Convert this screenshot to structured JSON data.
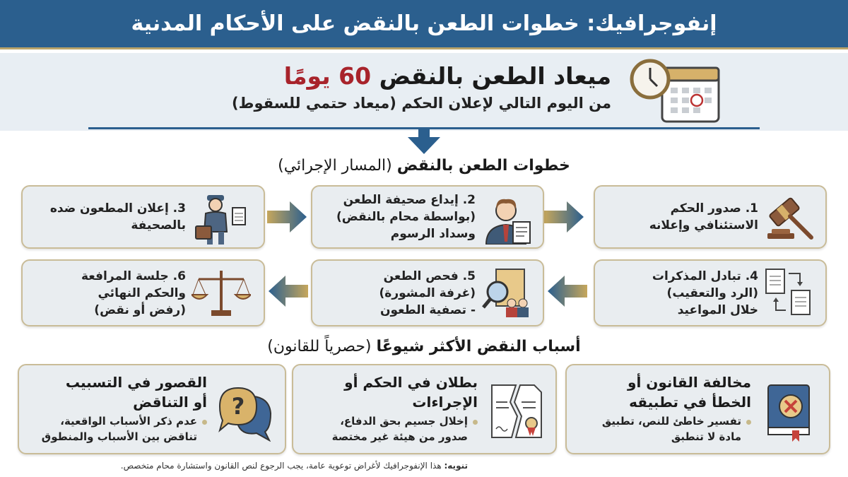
{
  "header": {
    "title": "إنفوجرافيك: خطوات الطعن بالنقض على الأحكام المدنية"
  },
  "deadline": {
    "title_prefix": "ميعاد الطعن بالنقض",
    "title_highlight": "60 يومًا",
    "subtitle": "من اليوم التالي لإعلان الحكم (ميعاد حتمي للسقوط)",
    "icon": "calendar-clock-icon",
    "highlight_color": "#a8232b"
  },
  "steps_section": {
    "title_bold": "خطوات الطعن بالنقض",
    "title_light": "(المسار الإجرائي)",
    "steps": [
      {
        "number": "1.",
        "lines": [
          "1. صدور الحكم",
          "الاستئنافي وإعلانه"
        ],
        "icon": "gavel-icon"
      },
      {
        "number": "2.",
        "lines": [
          "2. إيداع صحيفة الطعن",
          "(بواسطة محام بالنقض)",
          "وسداد الرسوم"
        ],
        "icon": "lawyer-document-icon"
      },
      {
        "number": "3.",
        "lines": [
          "3. إعلان المطعون ضده",
          "بالصحيفة"
        ],
        "icon": "bailiff-briefcase-icon"
      },
      {
        "number": "4.",
        "lines": [
          "4. تبادل المذكرات",
          "(الرد والتعقيب)",
          "خلال المواعيد"
        ],
        "icon": "document-exchange-icon"
      },
      {
        "number": "5.",
        "lines": [
          "5. فحص الطعن",
          "(غرفة المشورة)",
          "- تصفية الطعون"
        ],
        "icon": "magnifier-review-icon"
      },
      {
        "number": "6.",
        "lines": [
          "6. جلسة المرافعة",
          "والحكم النهائي",
          "(رفض أو نقض)"
        ],
        "icon": "scales-of-justice-icon"
      }
    ]
  },
  "reasons_section": {
    "title_bold": "أسباب النقض الأكثر شيوعًا",
    "title_light": "(حصرياً للقانون)",
    "reasons": [
      {
        "title_lines": [
          "مخالفة القانون أو",
          "الخطأ في تطبيقه"
        ],
        "body_lines": [
          "تفسير خاطئ للنص، تطبيق",
          "مادة لا تنطبق"
        ],
        "icon": "book-error-icon"
      },
      {
        "title_lines": [
          "بطلان في الحكم أو",
          "الإجراءات"
        ],
        "body_lines": [
          "إخلال جسيم بحق الدفاع،",
          "صدور من هيئة غير مختصة"
        ],
        "icon": "torn-certificate-icon"
      },
      {
        "title_lines": [
          "القصور في التسبيب",
          "أو التناقض"
        ],
        "body_lines": [
          "عدم ذكر الأسباب الواقعية،",
          "تناقض بين الأسباب والمنطوق"
        ],
        "icon": "question-speech-bubble-icon"
      }
    ]
  },
  "footer": {
    "label": "تنويه:",
    "text": "هذا الإنفوجرافيك لأغراض توعوية عامة، يجب الرجوع لنص القانون واستشارة محام متخصص."
  },
  "colors": {
    "primary_blue": "#2b5f8e",
    "gold": "#c9bc98",
    "card_bg": "#e9edf0",
    "accent_red": "#a8232b"
  }
}
